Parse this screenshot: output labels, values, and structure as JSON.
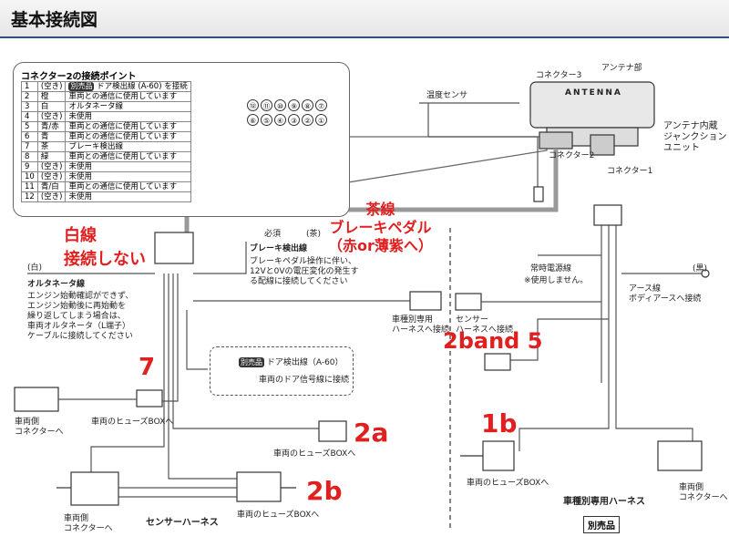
{
  "page_title": "基本接続図",
  "pin_table": {
    "title": "コネクター2の接続ポイント",
    "rows": [
      {
        "no": "1",
        "color": "(空き)",
        "badge": "別売品",
        "desc": "ドア検出線 (A-60) を接続"
      },
      {
        "no": "2",
        "color": "橙",
        "badge": "",
        "desc": "車両との通信に使用しています"
      },
      {
        "no": "3",
        "color": "白",
        "badge": "",
        "desc": "オルタネータ線"
      },
      {
        "no": "4",
        "color": "(空き)",
        "badge": "",
        "desc": "未使用"
      },
      {
        "no": "5",
        "color": "青/赤",
        "badge": "",
        "desc": "車両との通信に使用しています"
      },
      {
        "no": "6",
        "color": "青",
        "badge": "",
        "desc": "車両との通信に使用しています"
      },
      {
        "no": "7",
        "color": "茶",
        "badge": "",
        "desc": "ブレーキ検出線"
      },
      {
        "no": "8",
        "color": "緑",
        "badge": "",
        "desc": "車両との通信に使用しています"
      },
      {
        "no": "9",
        "color": "(空き)",
        "badge": "",
        "desc": "未使用"
      },
      {
        "no": "10",
        "color": "(空き)",
        "badge": "",
        "desc": "未使用"
      },
      {
        "no": "11",
        "color": "青/白",
        "badge": "",
        "desc": "車両との通信に使用しています"
      },
      {
        "no": "12",
        "color": "(空き)",
        "badge": "",
        "desc": "未使用"
      }
    ],
    "pin_face_top": [
      "⑫",
      "⑪",
      "⑩",
      "⑨",
      "⑧",
      "⑦"
    ],
    "pin_face_bottom": [
      "⑥",
      "⑤",
      "④",
      "③",
      "②",
      "①"
    ]
  },
  "labels": {
    "connector3": "コネクター3",
    "antenna_part": "アンテナ部",
    "antenna_text": "ANTENNA",
    "temp_sensor": "温度センサ",
    "junction_unit": "アンテナ内蔵\nジャンクション\nユニット",
    "connector2": "コネクター2",
    "connector1": "コネクター1",
    "required": "必須",
    "brown_tag": "(茶)",
    "brake_title": "ブレーキ検出線",
    "brake_desc": "ブレーキペダル操作に伴い、\n12Vと0Vの電圧変化の発生す\nる配線に接続してください",
    "white_tag": "(白)",
    "alt_title": "オルタネータ線",
    "alt_desc": "エンジン始動確認ができず、\nエンジン始動後に再始動を\n繰り返してしまう場合は、\n車両オルタネータ（L端子）\nケーブルに接続してください",
    "power_line": "常時電源線",
    "not_used": "※使用しません。",
    "black_tag": "(黒)",
    "earth_line": "アース線\nボディアースへ接続",
    "veh_harness_conn": "車種別専用\nハーネスへ接続",
    "sensor_conn": "センサー\nハーネスへ接続",
    "door_badge": "別売品",
    "door_title": "ドア検出線（A-60）",
    "door_desc": "車両のドア信号線に接続",
    "fuse_box": "車両のヒューズBOXへ",
    "vehicle_conn": "車両側\nコネクターへ",
    "sensor_harness": "センサーハーネス",
    "model_harness": "車種別専用ハーネス",
    "sold_sep": "別売品"
  },
  "annotations": {
    "white_wire": "白線\n接続しない",
    "brown_wire": "茶線\nブレーキペダル\n（赤or薄紫へ）",
    "n7": "7",
    "n2a": "2a",
    "n2b": "2b",
    "n2b5": "2band 5",
    "n1b": "1b"
  },
  "colors": {
    "accent_red": "#e02020",
    "title_rule": "#2d4f7c"
  }
}
